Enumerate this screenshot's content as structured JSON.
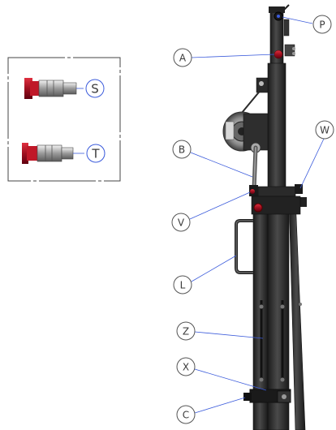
{
  "inset": {
    "items": [
      {
        "letter": "S",
        "name": "pin-variant-s"
      },
      {
        "letter": "T",
        "name": "pin-variant-t"
      }
    ]
  },
  "callouts": [
    {
      "letter": "P"
    },
    {
      "letter": "A"
    },
    {
      "letter": "B"
    },
    {
      "letter": "W"
    },
    {
      "letter": "V"
    },
    {
      "letter": "L"
    },
    {
      "letter": "Z"
    },
    {
      "letter": "X"
    },
    {
      "letter": "C"
    }
  ],
  "colors": {
    "steel": "#2e2e2e",
    "steel_light": "#6b6b6b",
    "leader": "#3b5bdb",
    "accent_red": "#b01020",
    "callout_ring": "#555555"
  }
}
